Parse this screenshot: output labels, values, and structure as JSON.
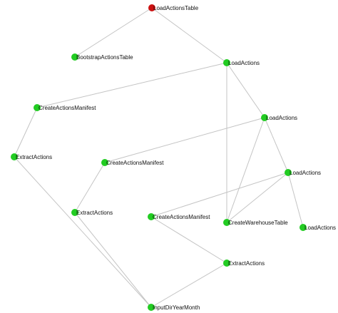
{
  "colors": {
    "root_node": "#cc1111",
    "node": "#22cc22",
    "edge": "#c4c4c4"
  },
  "nodes": [
    {
      "id": "n1",
      "label": "LoadActionsTable",
      "kind": "root"
    },
    {
      "id": "n2",
      "label": "BootstrapActionsTable",
      "kind": "normal"
    },
    {
      "id": "n3",
      "label": "LoadActions",
      "kind": "normal"
    },
    {
      "id": "n4",
      "label": "CreateActionsManifest",
      "kind": "normal"
    },
    {
      "id": "n5",
      "label": "LoadActions",
      "kind": "normal"
    },
    {
      "id": "n6",
      "label": "ExtractActions",
      "kind": "normal"
    },
    {
      "id": "n7",
      "label": "CreateActionsManifest",
      "kind": "normal"
    },
    {
      "id": "n8",
      "label": "LoadActions",
      "kind": "normal"
    },
    {
      "id": "n9",
      "label": "ExtractActions",
      "kind": "normal"
    },
    {
      "id": "n10",
      "label": "CreateActionsManifest",
      "kind": "normal"
    },
    {
      "id": "n11",
      "label": "CreateWarehouseTable",
      "kind": "normal"
    },
    {
      "id": "n12",
      "label": "LoadActions",
      "kind": "normal"
    },
    {
      "id": "n13",
      "label": "ExtractActions",
      "kind": "normal"
    },
    {
      "id": "n14",
      "label": "InputDirYearMonth",
      "kind": "normal"
    }
  ],
  "edges": [
    [
      "n1",
      "n2"
    ],
    [
      "n1",
      "n3"
    ],
    [
      "n3",
      "n4"
    ],
    [
      "n3",
      "n5"
    ],
    [
      "n3",
      "n11"
    ],
    [
      "n4",
      "n6"
    ],
    [
      "n6",
      "n14"
    ],
    [
      "n5",
      "n7"
    ],
    [
      "n5",
      "n8"
    ],
    [
      "n5",
      "n11"
    ],
    [
      "n7",
      "n9"
    ],
    [
      "n9",
      "n14"
    ],
    [
      "n8",
      "n10"
    ],
    [
      "n8",
      "n11"
    ],
    [
      "n8",
      "n12"
    ],
    [
      "n10",
      "n13"
    ],
    [
      "n13",
      "n14"
    ]
  ]
}
